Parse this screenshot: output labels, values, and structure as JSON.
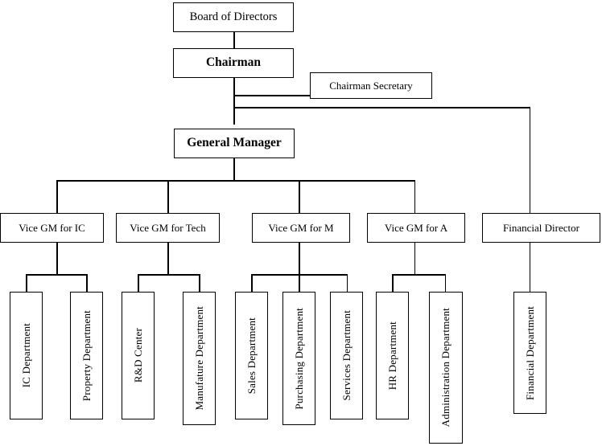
{
  "chart_data": {
    "type": "diagram",
    "title": "Organizational Chart",
    "diagram_kind": "org-chart",
    "orientation": "top-down",
    "background_color": "#ffffff",
    "line_color": "#000000",
    "box_border_color": "#000000"
  },
  "nodes": {
    "board": {
      "label": "Board of Directors"
    },
    "chairman": {
      "label": "Chairman"
    },
    "chairman_secretary": {
      "label": "Chairman Secretary"
    },
    "general_manager": {
      "label": "General Manager"
    },
    "vgm_ic": {
      "label": "Vice GM for IC"
    },
    "vgm_tech": {
      "label": "Vice GM for Tech"
    },
    "vgm_m": {
      "label": "Vice GM for M"
    },
    "vgm_a": {
      "label": "Vice GM for A"
    },
    "financial_director": {
      "label": "Financial Director"
    },
    "ic_department": {
      "label": "IC Department"
    },
    "property_department": {
      "label": "Property Department"
    },
    "rnd_center": {
      "label": "R&D Center"
    },
    "manufature_department": {
      "label": "Manufature Department"
    },
    "sales_department": {
      "label": "Sales Department"
    },
    "purchasing_department": {
      "label": "Purchasing Department"
    },
    "services_department": {
      "label": "Services Department"
    },
    "hr_department": {
      "label": "HR Department"
    },
    "administration_department": {
      "label": "Administration Department"
    },
    "financial_department": {
      "label": "Financial Department"
    }
  },
  "hierarchy": {
    "root": "board",
    "edges": [
      {
        "from": "board",
        "to": "chairman"
      },
      {
        "from": "chairman",
        "to": "chairman_secretary"
      },
      {
        "from": "chairman",
        "to": "general_manager"
      },
      {
        "from": "chairman",
        "to": "financial_director"
      },
      {
        "from": "general_manager",
        "to": "vgm_ic"
      },
      {
        "from": "general_manager",
        "to": "vgm_tech"
      },
      {
        "from": "general_manager",
        "to": "vgm_m"
      },
      {
        "from": "general_manager",
        "to": "vgm_a"
      },
      {
        "from": "vgm_ic",
        "to": "ic_department"
      },
      {
        "from": "vgm_ic",
        "to": "property_department"
      },
      {
        "from": "vgm_tech",
        "to": "rnd_center"
      },
      {
        "from": "vgm_tech",
        "to": "manufature_department"
      },
      {
        "from": "vgm_m",
        "to": "sales_department"
      },
      {
        "from": "vgm_m",
        "to": "purchasing_department"
      },
      {
        "from": "vgm_m",
        "to": "services_department"
      },
      {
        "from": "vgm_a",
        "to": "hr_department"
      },
      {
        "from": "vgm_a",
        "to": "administration_department"
      },
      {
        "from": "financial_director",
        "to": "financial_department"
      }
    ]
  }
}
